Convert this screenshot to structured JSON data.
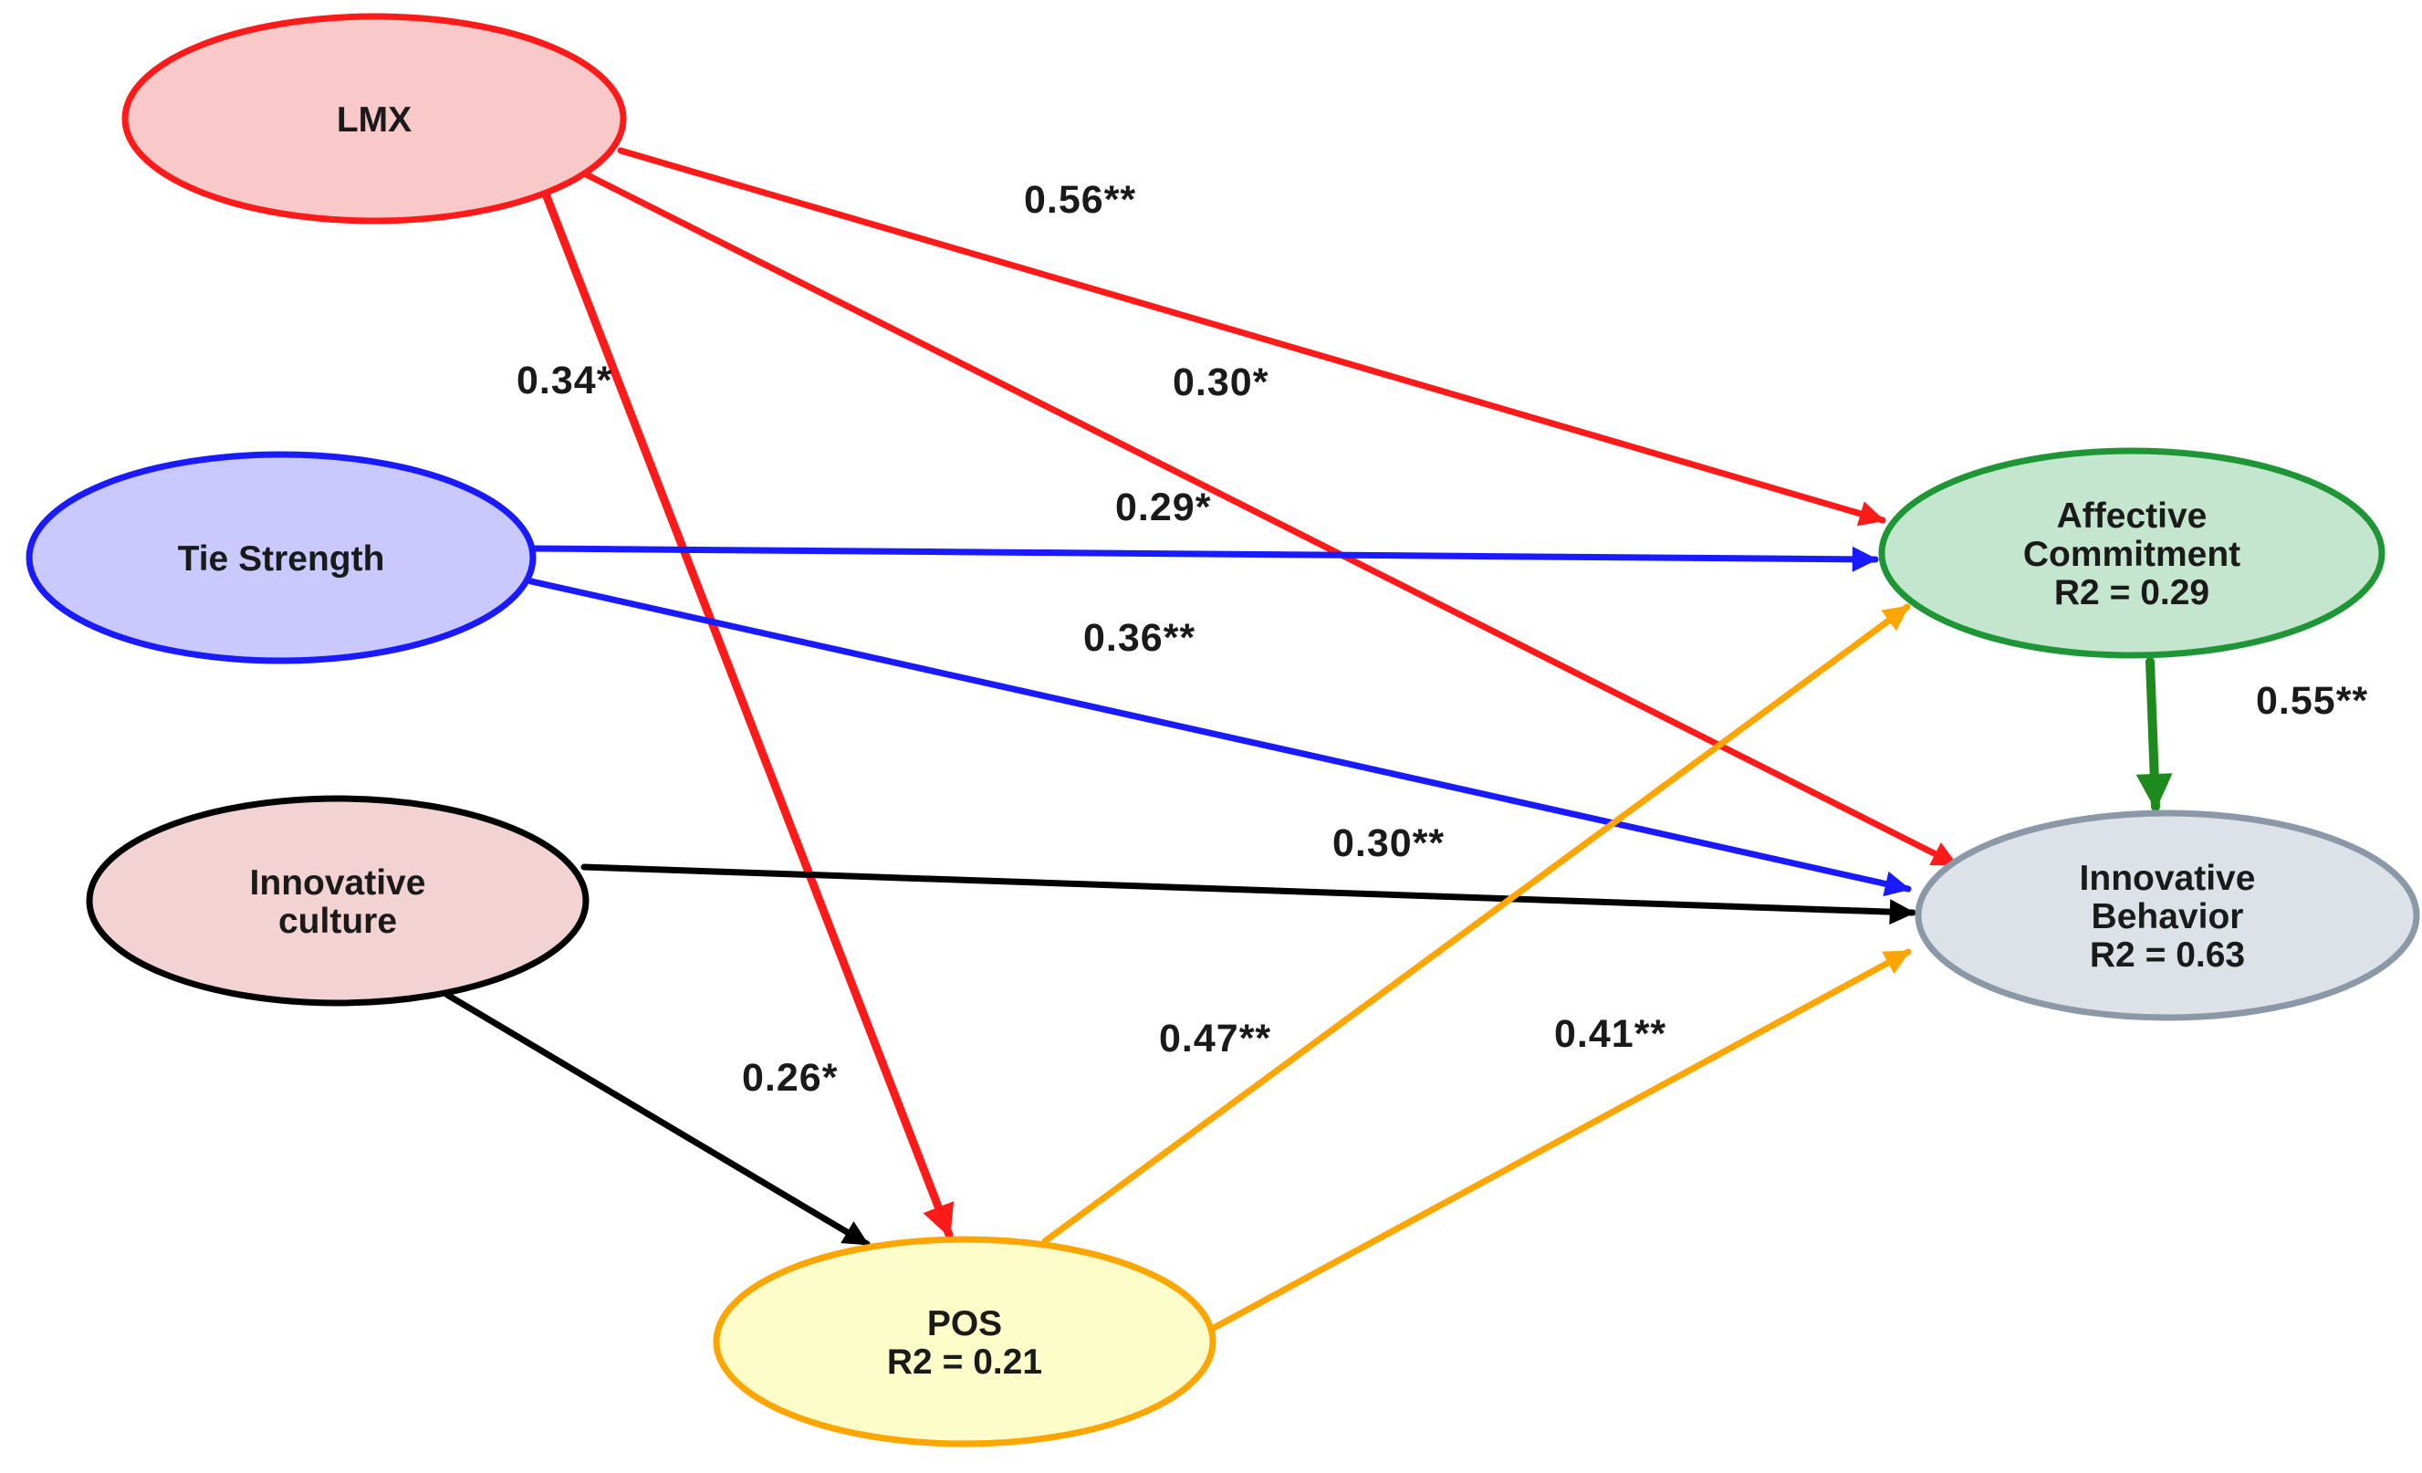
{
  "nodes": {
    "lmx": {
      "lines": [
        "LMX"
      ],
      "fill": "#f9c9c9",
      "stroke": "#ff1a1a"
    },
    "tie_strength": {
      "lines": [
        "Tie Strength"
      ],
      "fill": "#c9c9ff",
      "stroke": "#1a1aff"
    },
    "innovative_culture": {
      "lines": [
        "Innovative",
        "culture"
      ],
      "fill": "#f2d2d2",
      "stroke": "#000000"
    },
    "pos": {
      "lines": [
        "POS",
        "R2 = 0.21"
      ],
      "fill": "#fdfdc9",
      "stroke": "#ffa500"
    },
    "affective_commitment": {
      "lines": [
        "Affective",
        "Commitment",
        "R2 = 0.29"
      ],
      "fill": "#c4e6cf",
      "stroke": "#1e9636"
    },
    "innovative_behavior": {
      "lines": [
        "Innovative",
        "Behavior",
        "R2 = 0.63"
      ],
      "fill": "#dde2e8",
      "stroke": "#8a98a8"
    }
  },
  "edges": [
    {
      "from": "lmx",
      "to": "affective_commitment",
      "label": "0.56**",
      "color": "#ff1a1a"
    },
    {
      "from": "lmx",
      "to": "innovative_behavior",
      "label": "0.30*",
      "color": "#ff1a1a"
    },
    {
      "from": "lmx",
      "to": "pos",
      "label": "0.34*",
      "color": "#ff1a1a"
    },
    {
      "from": "tie_strength",
      "to": "affective_commitment",
      "label": "0.29*",
      "color": "#1a1aff"
    },
    {
      "from": "tie_strength",
      "to": "innovative_behavior",
      "label": "0.36**",
      "color": "#1a1aff"
    },
    {
      "from": "innovative_culture",
      "to": "innovative_behavior",
      "label": "0.30**",
      "color": "#000000"
    },
    {
      "from": "innovative_culture",
      "to": "pos",
      "label": "0.26*",
      "color": "#000000"
    },
    {
      "from": "pos",
      "to": "affective_commitment",
      "label": "0.47**",
      "color": "#ffa500"
    },
    {
      "from": "pos",
      "to": "innovative_behavior",
      "label": "0.41**",
      "color": "#ffa500"
    },
    {
      "from": "affective_commitment",
      "to": "innovative_behavior",
      "label": "0.55**",
      "color": "#1e8a1e"
    }
  ]
}
